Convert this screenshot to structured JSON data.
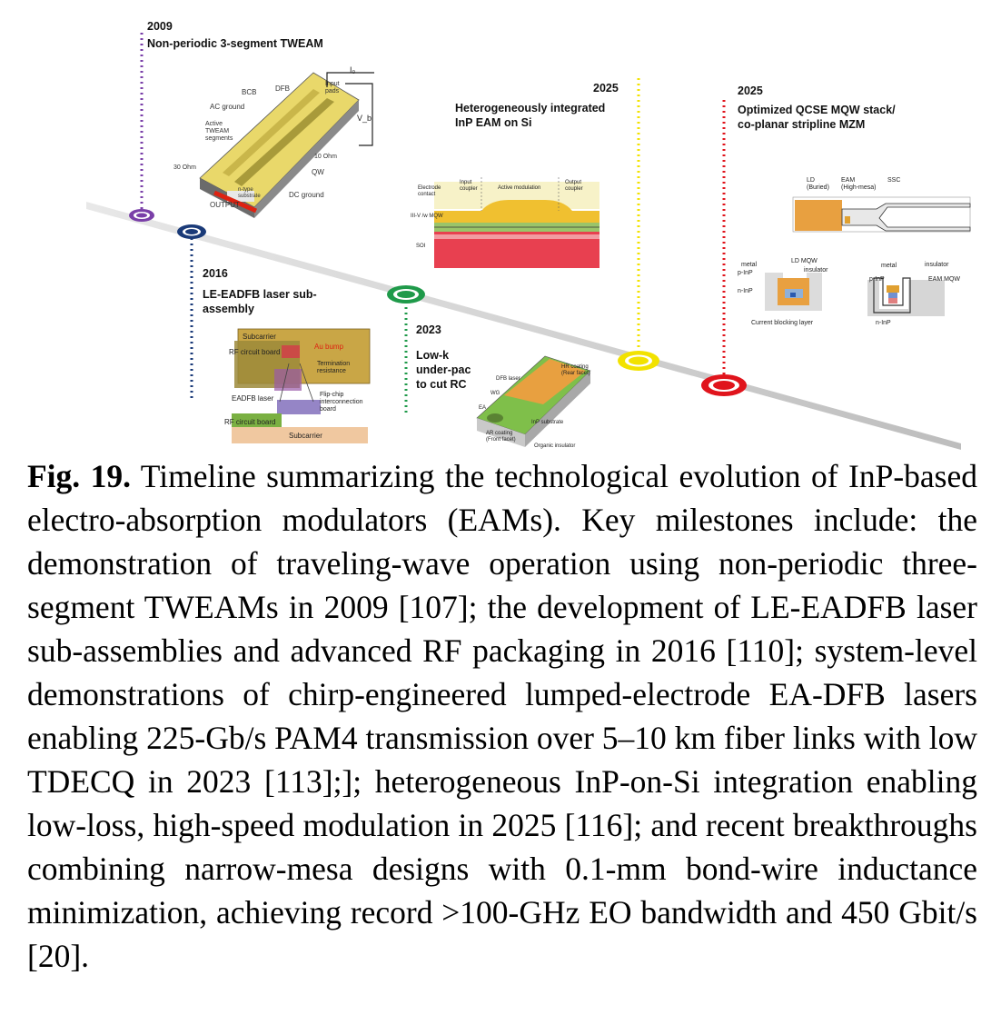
{
  "figure": {
    "milestones": [
      {
        "year": "2009",
        "label": "Non-periodic 3-segment TWEAM",
        "color": "#7a3fa8"
      },
      {
        "year": "2016",
        "label": "LE-EADFB laser sub-\nassembly",
        "color": "#1a3a78"
      },
      {
        "year": "2023",
        "label": "Low-k\nunder-pac\nto cut RC",
        "color": "#1f9a4a"
      },
      {
        "year": "2025",
        "label": "Heterogeneously integrated\nInP EAM on Si",
        "color": "#f2e200"
      },
      {
        "year": "2025",
        "label": "Optimized QCSE MQW stack/\nco-planar stripline MZM",
        "color": "#e0141c"
      }
    ],
    "tweam_labels": {
      "io": "I₀",
      "vb": "V_b",
      "bcb": "BCB",
      "dfb": "DFB",
      "input_pads": "Input\npads",
      "ac_ground": "AC ground",
      "active": "Active\nTWEAM\nsegments",
      "ohm30": "30 Ohm",
      "ohm10": "10 Ohm",
      "qw": "QW",
      "ntype": "n-type\nsubstrate",
      "dc_ground": "DC ground",
      "output": "OUTPUT"
    },
    "eadfb_labels": {
      "subcarrier_top": "Subcarrier",
      "rf_board_top": "RF circuit board",
      "au_bump": "Au bump",
      "termination": "Termination\nresistance",
      "eadfb": "EADFB laser",
      "flipchip": "Flip-chip\ninterconnection\nboard",
      "rf_board_bottom": "RF circuit board",
      "subcarrier_bottom": "Subcarrier"
    },
    "lowk_labels": {
      "hr": "HR coating\n(Rear facet)",
      "dfb": "DFB laser",
      "wg": "WG",
      "ea": "EA",
      "ar": "AR coating\n(Front facet)",
      "inp": "InP substrate",
      "organic": "Organic insulator"
    },
    "si_labels": {
      "electrode": "Electrode\ncontact",
      "input": "Input\ncoupler",
      "active": "Active modulation",
      "output": "Output\ncoupler",
      "mqw": "III-V /w MQW",
      "soi": "SOI"
    },
    "mzm_labels": {
      "ld": "LD\n(Buried)",
      "eam": "EAM\n(High-mesa)",
      "ssc": "SSC",
      "metal1": "metal",
      "ldmqw": "LD MQW",
      "pinp1": "p-InP",
      "insulator1": "insulator",
      "ninp1": "n-InP",
      "cbl": "Current blocking layer",
      "metal2": "metal",
      "insulator2": "insulator",
      "pinp2": "p-InP",
      "eammqw": "EAM MQW",
      "ninp2": "n-InP"
    }
  },
  "caption": {
    "label": "Fig. 19.",
    "text": " Timeline summarizing the technological evolution of InP-based electro-absorption modulators (EAMs). Key milestones include: the demonstration of traveling-wave operation using non-periodic three-segment TWEAMs in 2009 [107]; the development of LE-EADFB laser sub-assemblies and advanced RF packaging in 2016 [110]; system-level demonstrations of chirp-engineered lumped-electrode EA-DFB lasers enabling 225-Gb/s PAM4 transmission over 5–10 km fiber links with low TDECQ in 2023 [113];]; heterogeneous InP-on-Si integration enabling low-loss, high-speed modulation in 2025 [116]; and recent breakthroughs combining narrow-mesa designs with 0.1-mm bond-wire inductance minimization, achieving record >100-GHz EO bandwidth and 450 Gbit/s [20]."
  }
}
